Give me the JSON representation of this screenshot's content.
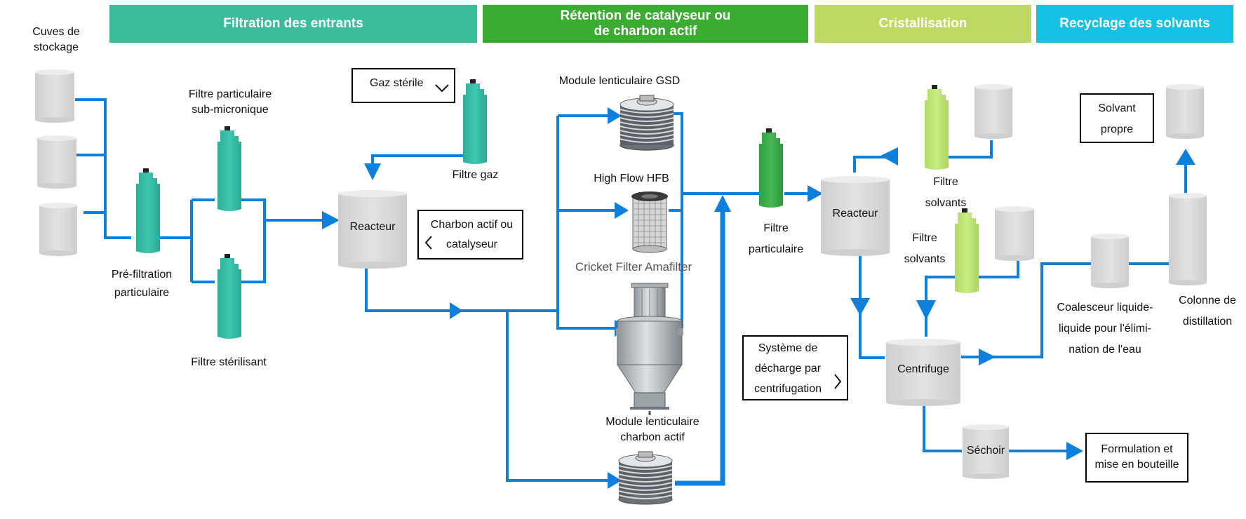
{
  "headers": [
    {
      "label": "Filtration des entrants",
      "color": "#3bbd9c"
    },
    {
      "label": "Rétention de catalyseur ou\nde charbon actif",
      "color": "#3aac2f"
    },
    {
      "label": "Cristallisation",
      "color": "#bdd962"
    },
    {
      "label": "Recyclage des solvants",
      "color": "#14c1e2"
    }
  ],
  "labels": {
    "storage": "Cuves de\nstockage",
    "submicron": "Filtre particulaire\nsub-micronique",
    "prefilter": "Pré-filtration\nparticulaire",
    "sterilizing": "Filtre stérilisant",
    "gas_filter": "Filtre gaz",
    "gsd": "Module lenticulaire GSD",
    "hfb": "High Flow HFB",
    "cricket": "Cricket Filter Amafilter",
    "lenticular_carbon": "Module lenticulaire\ncharbon actif",
    "particle_filter": "Filtre\nparticulaire",
    "solvent_filter_top": "Filtre\nsolvants",
    "solvent_filter_mid": "Filtre\nsolvants",
    "coalescer": "Coalesceur liquide-\nliquide pour l'élimi-\nnation de l'eau",
    "distillation": "Colonne de\ndistillation"
  },
  "vessels": {
    "reactor1": "Reacteur",
    "reactor2": "Reacteur",
    "centrifuge": "Centrifuge",
    "dryer": "Séchoir"
  },
  "boxes": {
    "sterile_gas": "Gaz stérile",
    "carbon": "Charbon actif ou\ncatalyseur",
    "discharge": "Système de\ndécharge par\ncentrifugation",
    "clean_solvent": "Solvant\npropre",
    "formulation": "Formulation et\nmise en bouteille"
  },
  "colors": {
    "flow": "#0c80dc",
    "teal_filter": "#35bca6",
    "green_filter": "#3aab48",
    "lime_filter": "#bfe574",
    "tank": "#d9d9d9"
  },
  "icons": [
    "chevron-down-icon",
    "chevron-left-icon",
    "chevron-right-icon"
  ]
}
